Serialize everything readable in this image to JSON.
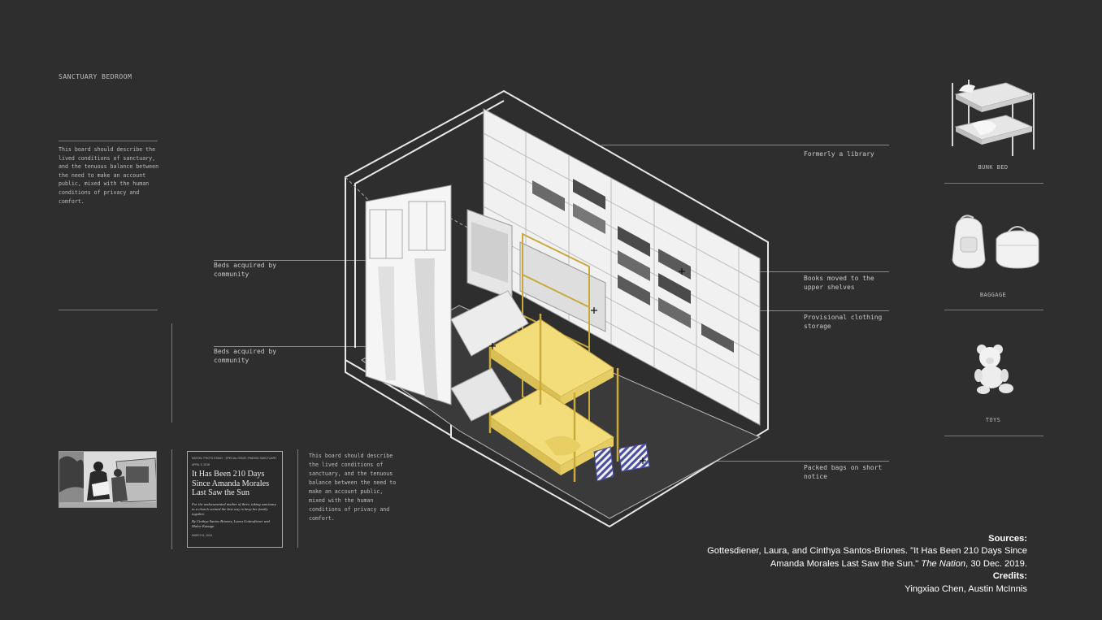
{
  "board": {
    "title": "SANCTUARY BEDROOM",
    "intro_text": "This board should describe the lived conditions of sanctuary, and the tenuous balance between the need to make an account public, mixed with the human conditions of privacy and comfort.",
    "description_text": "This board should describe the lived conditions of sanctuary, and the tenuous balance between the need to make an account public, mixed with the human conditions of privacy and comfort."
  },
  "annotations": [
    {
      "id": "library",
      "text": "Formerly a library"
    },
    {
      "id": "books",
      "text": "Books moved to the upper shelves"
    },
    {
      "id": "clothing",
      "text": "Provisional clothing storage"
    },
    {
      "id": "bags",
      "text": "Packed bags on short notice"
    },
    {
      "id": "beds_top",
      "text": "Beds acquired by community"
    },
    {
      "id": "beds_bottom",
      "text": "Beds acquired by community"
    }
  ],
  "categories": [
    {
      "id": "bunk",
      "label": "BUNK BED",
      "icon": "bunk-bed-icon"
    },
    {
      "id": "baggage",
      "label": "BAGGAGE",
      "icon": "baggage-icon"
    },
    {
      "id": "toys",
      "label": "TOYS",
      "icon": "teddy-bear-icon"
    }
  ],
  "article": {
    "masthead": "NATION",
    "section": "PHOTO ESSAY · SPECIAL ISSUE: FINDING SANCTUARY",
    "date_top": "APRIL 9, 2018",
    "headline": "It Has Been 210 Days Since Amanda Morales Last Saw the Sun",
    "dek": "For the undocumented mother of three, taking sanctuary in a church seemed the best way to keep her family together.",
    "byline": "By Cinthya Santos Briones, Laura Gottesdiener and Malav Kanuga",
    "date_bottom": "MARCH 6, 2018"
  },
  "sources": {
    "sources_label": "Sources:",
    "citation_line1": "Gottesdiener, Laura, and Cinthya Santos-Briones. \"It Has Been 210 Days Since",
    "citation_line2a": "Amanda Morales Last Saw the Sun.\" ",
    "citation_journal": "The Nation",
    "citation_line2b": ", 30 Dec. 2019.",
    "credits_label": "Credits:",
    "credits": "Yingxiao Chen, Austin McInnis"
  },
  "colors": {
    "background": "#2e2e2e",
    "accent_yellow": "#f3dc7a",
    "bag_stripe": "#4a4fa0",
    "line": "#7a7a7a"
  }
}
